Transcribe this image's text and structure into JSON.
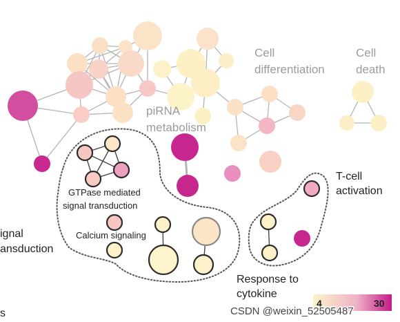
{
  "labels": {
    "cell_differentiation_1": "Cell",
    "cell_differentiation_2": "differentiation",
    "cell_death_1": "Cell",
    "cell_death_2": "death",
    "pirna_1": "piRNA",
    "pirna_2": "metabolism",
    "gtpase_1": "GTPase mediated",
    "gtpase_2": "signal transduction",
    "calcium": "Calcium signaling",
    "tcell_1": "T-cell",
    "tcell_2": "activation",
    "response_1": "Response to",
    "response_2": "cytokine",
    "signal_1": "ignal",
    "signal_2": "ansduction",
    "bottom_left": "s"
  },
  "legend": {
    "min": "4",
    "max": "30"
  },
  "watermark": "CSDN @weixin_52505487",
  "colors": {
    "low": "#fbf0c4",
    "mid": "#f3bcc0",
    "high": "#c51b8a",
    "edge": "#a9a9a9",
    "outline": "#2b2b2b"
  }
}
